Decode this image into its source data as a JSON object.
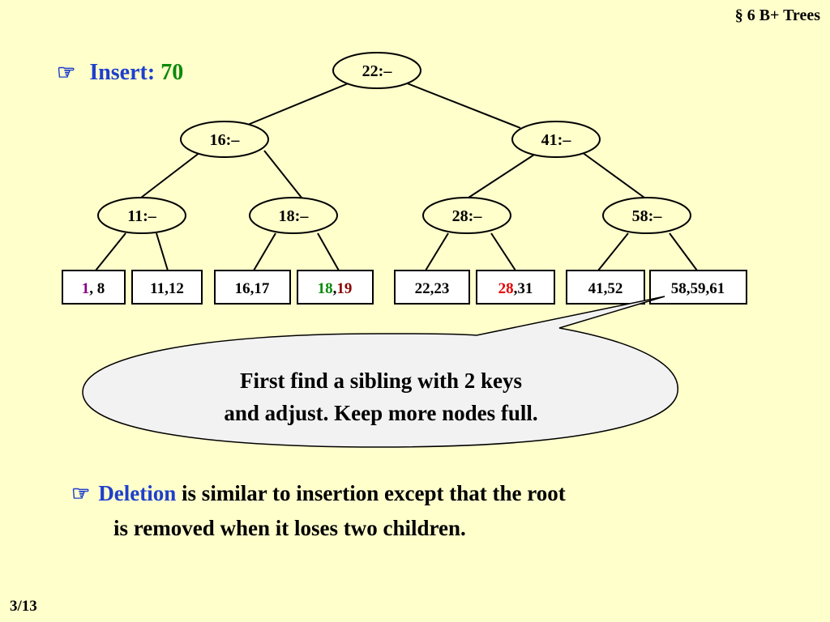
{
  "header": {
    "title": "§ 6  B+ Trees"
  },
  "insert": {
    "label": "Insert:",
    "value": "70"
  },
  "nodes": {
    "root": "22:–",
    "n16": "16:–",
    "n41": "41:–",
    "n11": "11:–",
    "n18": "18:–",
    "n28": "28:–",
    "n58": "58:–"
  },
  "leaves": {
    "l1": {
      "a": "1",
      "sep": ",",
      "b": " 8"
    },
    "l2": "11,12",
    "l3": "16,17",
    "l4": {
      "a": "18",
      "sep": ",",
      "b": "19"
    },
    "l5": "22,23",
    "l6": {
      "a": "28",
      "sep": ",",
      "b": "31"
    },
    "l7": "41,52",
    "l8": "58,59,61"
  },
  "callout": {
    "line1": "First find a sibling with 2 keys",
    "line2": "and adjust.  Keep more nodes full."
  },
  "deletion": {
    "keyword": "Deletion",
    "rest1": " is similar to insertion except that the root",
    "line2": "is removed when it loses two children."
  },
  "footer": {
    "page": "3/13"
  },
  "icons": {
    "bullet": "pointing-hand-icon"
  }
}
